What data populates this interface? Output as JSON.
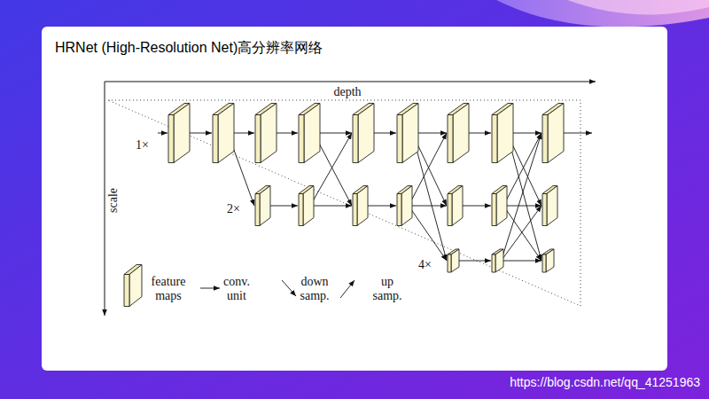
{
  "diagram": {
    "title": "HRNet (High-Resolution Net)高分辨率网络",
    "labels": [
      "depth",
      "scale",
      "1×",
      "2×",
      "4×",
      "https://blog.csdn.net/qq_41251963"
    ],
    "legend": [
      {
        "text": "feature maps"
      },
      {
        "text": "conv. unit"
      },
      {
        "text": "down samp."
      },
      {
        "text": "up samp."
      }
    ]
  }
}
